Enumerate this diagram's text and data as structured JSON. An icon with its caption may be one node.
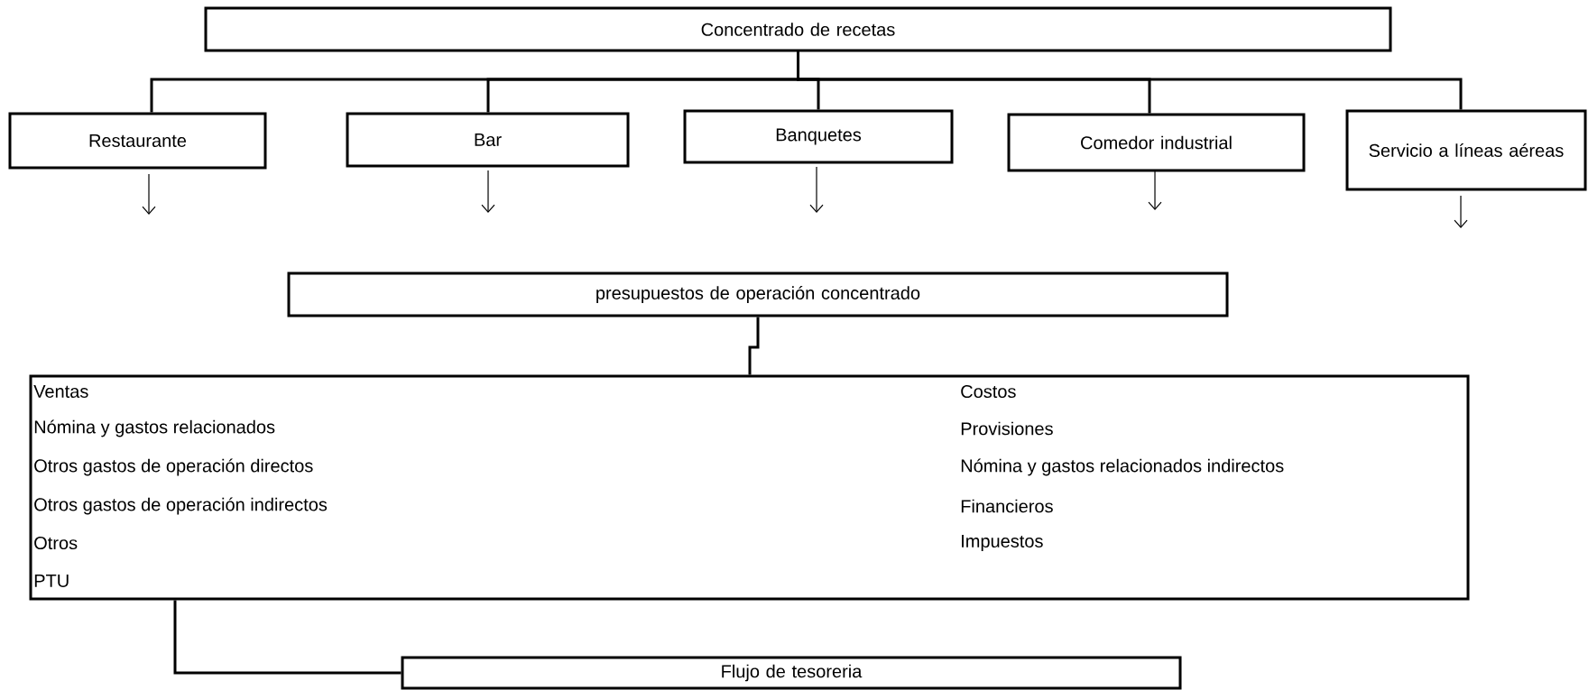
{
  "diagram": {
    "nodes": [
      {
        "text": [
          "Concentrado de recetas"
        ]
      },
      {
        "text": [
          "Restaurante"
        ]
      },
      {
        "text": [
          "Bar"
        ]
      },
      {
        "text": [
          "Banquetes"
        ]
      },
      {
        "text": [
          "Comedor industrial"
        ]
      },
      {
        "text": [
          "Servicio a líneas aéreas"
        ]
      },
      {
        "text": [
          "presupuestos de operación concentrado"
        ]
      },
      {
        "text": [
          "Ventas",
          "Nómina y gastos relacionados",
          "Otros gastos de operación directos",
          "Otros gastos de operación indirectos",
          "Otros",
          "PTU",
          "Costos",
          "Provisiones",
          "Nómina y gastos relacionados indirectos",
          "Financieros",
          "Impuestos"
        ]
      },
      {
        "text": [
          "Flujo de tesoreria"
        ]
      }
    ],
    "edges": [
      {
        "from": 0,
        "to": 1,
        "arrow": "none"
      },
      {
        "from": 0,
        "to": 2,
        "arrow": "none"
      },
      {
        "from": 0,
        "to": 3,
        "arrow": "none"
      },
      {
        "from": 0,
        "to": 4,
        "arrow": "none"
      },
      {
        "from": 0,
        "to": 5,
        "arrow": "none"
      },
      {
        "from": 1,
        "to": null,
        "arrow": "to"
      },
      {
        "from": 2,
        "to": null,
        "arrow": "to"
      },
      {
        "from": 3,
        "to": null,
        "arrow": "to"
      },
      {
        "from": 4,
        "to": null,
        "arrow": "to"
      },
      {
        "from": 5,
        "to": null,
        "arrow": "to"
      },
      {
        "from": 6,
        "to": 7,
        "arrow": "none"
      },
      {
        "from": 7,
        "to": 8,
        "arrow": "none"
      }
    ]
  }
}
